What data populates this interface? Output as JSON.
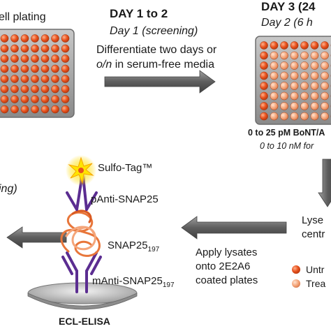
{
  "step_plating": {
    "label": "ell plating"
  },
  "step_day1to2": {
    "title": "DAY 1 to 2",
    "subtitle": "Day 1 (screening)",
    "line1": "Differentiate two days or",
    "line2_italic": "o/n",
    "line2_rest": " in serum-free media"
  },
  "step_day3": {
    "title": "DAY 3 (24",
    "subtitle": "Day 2 (6 h",
    "dose_bold": "0 to 25 pM BoNT/A",
    "dose_italic": "0 to 10 nM for"
  },
  "step_lyse": {
    "line1": "Lyse",
    "line2": "centr"
  },
  "legend": {
    "untreated": "Untr",
    "treated": "Trea",
    "untreated_color": "#e8531f",
    "treated_color": "#f4a57a"
  },
  "step_apply": {
    "line1": "Apply lysates",
    "line2": "onto 2E2A6",
    "line3": "coated plates"
  },
  "elisa": {
    "sulfo_tag": "Sulfo-Tag™",
    "p_antibody": "pAnti-SNAP25",
    "snap_main": "SNAP25",
    "snap_sub": "197",
    "m_antibody_main": "mAnti-SNAP25",
    "m_antibody_sub": "197",
    "method": "ECL-ELISA"
  },
  "partial_left": {
    "text": "ing)"
  },
  "colors": {
    "arrow": "#6b6b6b",
    "plate": "#9a9a9a",
    "well_orange": "#e8531f",
    "well_light": "#f4a57a",
    "antibody": "#5b2d91",
    "snap": "#e8763a"
  }
}
